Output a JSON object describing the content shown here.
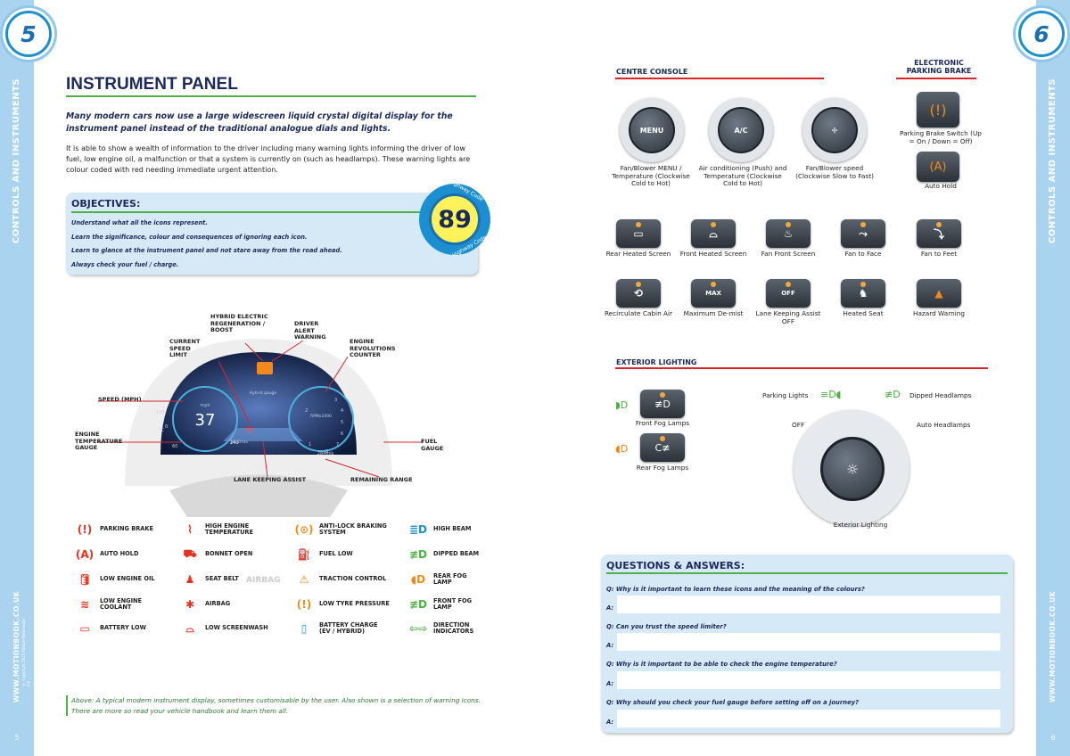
{
  "left_page": {
    "number": "5",
    "section_label": "CONTROLS AND INSTRUMENTS",
    "website": "WWW.MOTIONBOOK.CO.UK",
    "copyright": "© Copyright 2025 Motion Multimedia Ltd",
    "footer_number": "5",
    "title": "INSTRUMENT PANEL",
    "intro_bold": "Many modern cars now use a large widescreen liquid crystal digital display for the instrument panel instead of the traditional analogue dials and lights.",
    "intro": "It is able to show a wealth of information to the driver including many warning lights informing the driver of low fuel, low engine oil, a malfunction or that a system is currently on (such as headlamps). These warning lights are colour coded with red needing immediate urgent attention.",
    "objectives": {
      "heading": "OBJECTIVES:",
      "items": [
        "Understand what all the icons represent.",
        "Learn the significance, colour and consequences of ignoring each icon.",
        "Learn to glance at the instrument panel and not stare away from the road ahead.",
        "Always check your fuel / charge."
      ]
    },
    "highway_code": {
      "number": "89",
      "label_top": "Highway Code",
      "label_bottom": "Highway Code"
    },
    "diagram": {
      "labels": {
        "hybrid": "HYBRID ELECTRIC REGENERATION / BOOST",
        "driver_alert": "DRIVER ALERT WARNING",
        "speed_limit": "CURRENT SPEED LIMIT",
        "rev_counter": "ENGINE REVOLUTIONS COUNTER",
        "speed": "SPEED (MPH)",
        "engine_temp": "ENGINE TEMPERATURE GAUGE",
        "fuel": "FUEL GAUGE",
        "lane": "LANE KEEPING ASSIST",
        "range": "REMAINING RANGE"
      },
      "display": {
        "speed_value": "37",
        "speed_unit": "mph",
        "hybrid_gauge": "Hybrid gauge",
        "rpm": "RPMx1000",
        "odo_left": "10.2mls",
        "odo_right": "284mls",
        "range_value": "240",
        "left_scale": [
          "0",
          "60",
          "120",
          "°C"
        ],
        "right_scale": [
          "1",
          "2",
          "3",
          "4",
          "5",
          "6",
          "7",
          "8"
        ],
        "airbag": "AIRBAG"
      }
    },
    "warning_lights": {
      "col1": [
        "PARKING BRAKE",
        "AUTO HOLD",
        "LOW ENGINE OIL",
        "LOW ENGINE COOLANT",
        "BATTERY LOW"
      ],
      "col2": [
        "HIGH ENGINE TEMPERATURE",
        "BONNET OPEN",
        "SEAT BELT",
        "AIRBAG",
        "LOW SCREENWASH"
      ],
      "col3": [
        "ANTI-LOCK BRAKING SYSTEM",
        "FUEL LOW",
        "TRACTION CONTROL",
        "LOW TYRE PRESSURE",
        "BATTERY CHARGE (EV / HYBRID)"
      ],
      "col4": [
        "HIGH BEAM",
        "DIPPED BEAM",
        "REAR FOG LAMP",
        "FRONT FOG LAMP",
        "DIRECTION INDICATORS"
      ]
    },
    "caption": "Above: A typical modern instrument display, sometimes customisable by the user. Also shown is a selection of warning icons. There are more so read your vehicle handbook and learn them all."
  },
  "right_page": {
    "number": "6",
    "section_label": "CONTROLS AND INSTRUMENTS",
    "website": "WWW.MOTIONBOOK.CO.UK",
    "footer_number": "6",
    "centre_console": "CENTRE CONSOLE",
    "parking_brake_heading": "ELECTRONIC PARKING BRAKE",
    "knobs": [
      {
        "label": "MENU",
        "caption": "Fan/Blower MENU / Temperature (Clockwise Cold to Hot)"
      },
      {
        "label": "A/C",
        "caption": "Air conditioning (Push) and Temperature (Clockwise Cold to Hot)"
      },
      {
        "label": "",
        "caption": "Fan/Blower speed (Clockwise Slow to Fast)"
      }
    ],
    "parking_brake_switch": "Parking Brake Switch (Up = On / Down = Off)",
    "auto_hold": "Auto Hold",
    "buttons_row1": [
      "Rear Heated Screen",
      "Front Heated Screen",
      "Fan Front Screen",
      "Fan to Face",
      "Fan to Feet"
    ],
    "buttons_row2": [
      "Recirculate Cabin Air",
      "Maximum De-mist",
      "Lane Keeping Assist OFF",
      "Heated Seat",
      "Hazard Warning"
    ],
    "max_label": "MAX",
    "off_label": "OFF",
    "exterior_lighting": "EXTERIOR LIGHTING",
    "front_fog": "Front Fog Lamps",
    "rear_fog": "Rear Fog Lamps",
    "parking_lights": "Parking Lights",
    "dipped_headlamps": "Dipped Headlamps",
    "off": "OFF",
    "auto_headlamps": "Auto Headlamps",
    "exterior_dial": "Exterior Lighting",
    "qa": {
      "heading": "QUESTIONS & ANSWERS:",
      "items": [
        {
          "q": "Q:  Why is it important to learn these icons and the meaning of the colours?",
          "a": "A:"
        },
        {
          "q": "Q:  Can you trust the speed limiter?",
          "a": "A:"
        },
        {
          "q": "Q:  Why is it important to be able to check the engine temperature?",
          "a": "A:"
        },
        {
          "q": "Q:  Why should you check your fuel gauge before setting off on a journey?",
          "a": "A:"
        }
      ]
    }
  },
  "colors": {
    "red": "#e8321e",
    "amber": "#f08a1c",
    "green": "#4fb046",
    "blue": "#1b8fd0",
    "navy": "#1b2a5a"
  }
}
